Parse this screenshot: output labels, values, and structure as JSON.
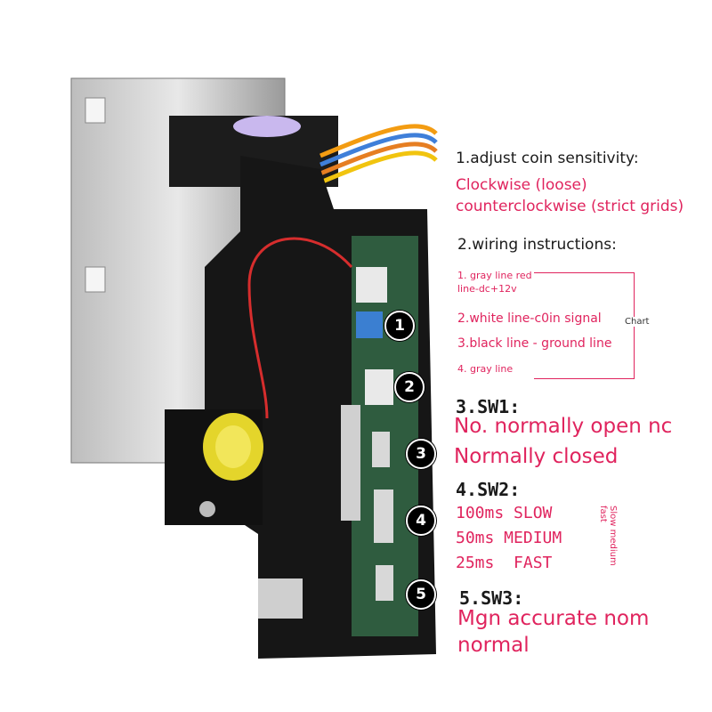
{
  "section1": {
    "heading": "1.adjust coin sensitivity:",
    "line1": "Clockwise (loose)",
    "line2": "counterclockwise (strict grids)"
  },
  "section2": {
    "heading": "2.wiring instructions:",
    "item1": "1. gray line red line-dc+12v",
    "item2": "2.white line-c0in signal",
    "item3": "3.black line - ground line",
    "item4": "4. gray line",
    "side_label": "Chart"
  },
  "section3": {
    "heading": "3.SW1:",
    "line1": "No. normally open nc",
    "line2": "Normally closed"
  },
  "section4": {
    "heading": "4.SW2:",
    "line1": "100ms SLOW",
    "line2": "50ms MEDIUM",
    "line3": "25ms  FAST",
    "side_label": "Slow medium fast"
  },
  "section5": {
    "heading": "5.SW3:",
    "line1": "Mgn accurate nom",
    "line2": "normal"
  },
  "badges": [
    "1",
    "2",
    "3",
    "4",
    "5"
  ],
  "colors": {
    "accent": "#e0245e",
    "text": "#1a1a1a"
  }
}
